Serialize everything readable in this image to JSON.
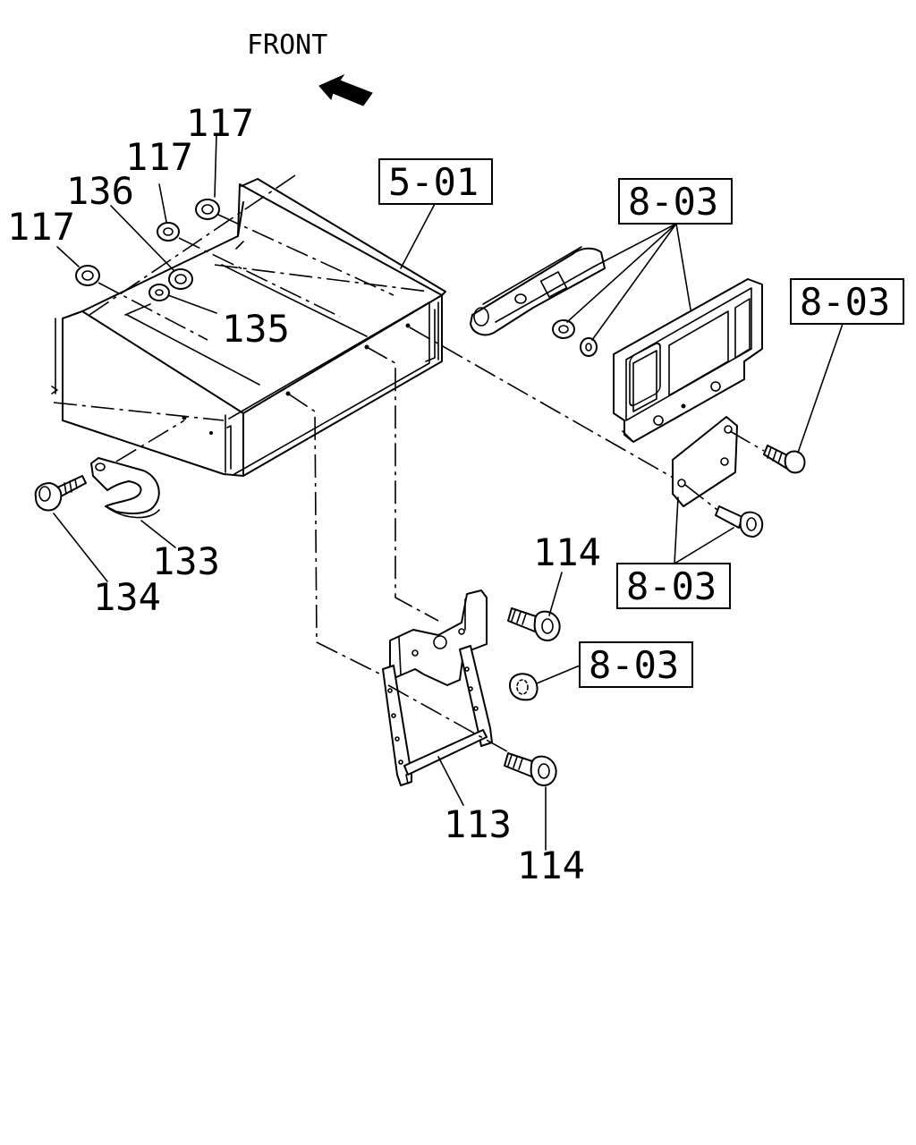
{
  "diagram": {
    "front_label": "FRONT",
    "part_labels": {
      "p117_top": "117",
      "p117_mid": "117",
      "p117_left": "117",
      "p136": "136",
      "p135": "135",
      "p133": "133",
      "p134": "134",
      "p114_upper": "114",
      "p113": "113",
      "p114_lower": "114"
    },
    "ref_boxes": {
      "frame": "5-01",
      "crossmember": "8-03",
      "bolt_right": "8-03",
      "plate_lower": "8-03",
      "nut_right": "8-03"
    }
  }
}
